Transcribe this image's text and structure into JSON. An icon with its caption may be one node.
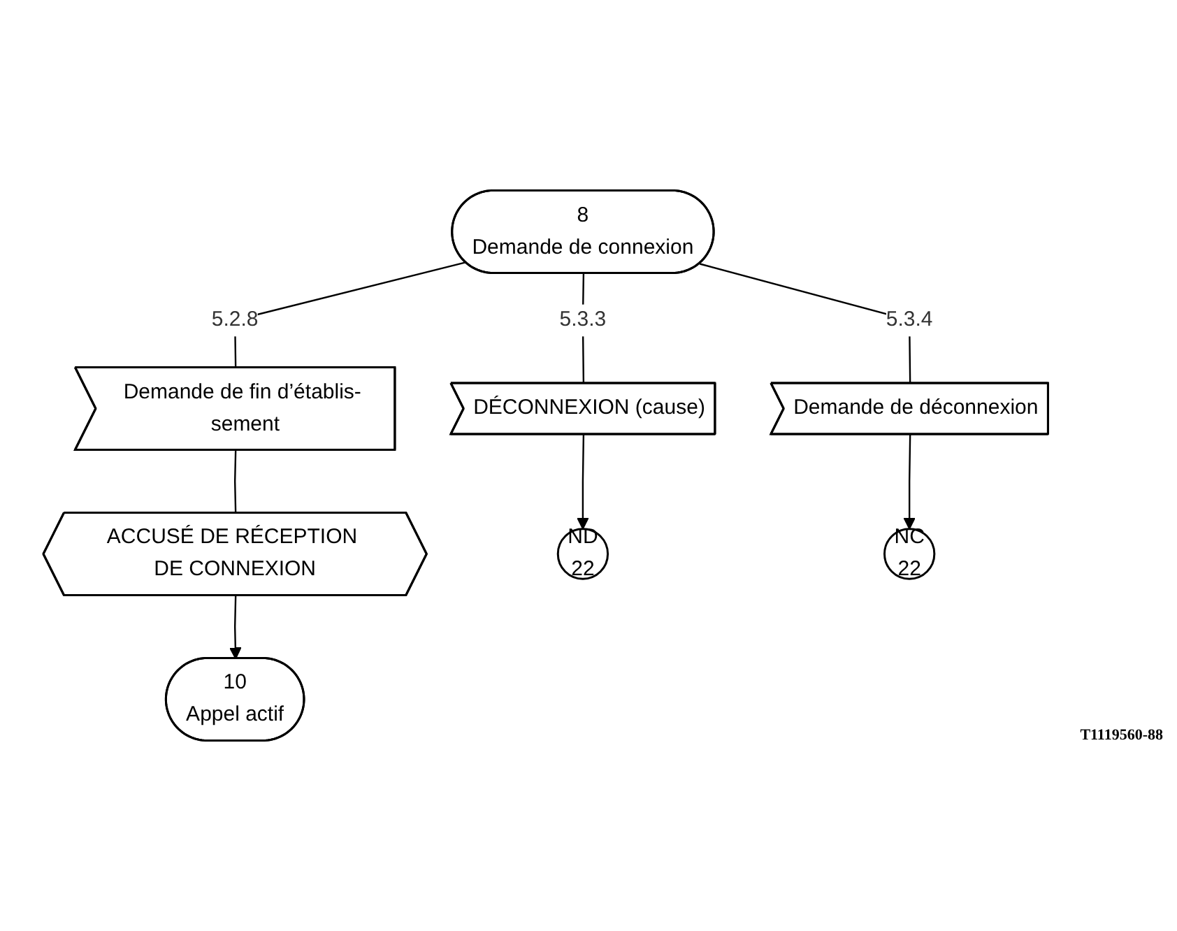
{
  "diagram": {
    "nodes": [
      {
        "text": [
          "8",
          "Demande de connexion"
        ]
      },
      {
        "text": [
          "DÉCONNEXION (cause)"
        ]
      },
      {
        "text": [
          "Demande de fin d’établis- sement"
        ]
      },
      {
        "text": [
          "Demande de déconnexion"
        ]
      },
      {
        "text": [
          "ACCUSÉ DE RÉCEPTION DE CONNEXION"
        ]
      },
      {
        "text": [
          "ND",
          "22"
        ]
      },
      {
        "text": [
          "NC",
          "22"
        ]
      },
      {
        "text": [
          "10",
          "Appel actif"
        ]
      }
    ],
    "edges": [
      {
        "from": 0,
        "to": 1,
        "arrow": "none",
        "label": "5.3.3"
      },
      {
        "from": 0,
        "to": 2,
        "arrow": "none",
        "label": "5.2.8"
      },
      {
        "from": 0,
        "to": 3,
        "arrow": "none",
        "label": "5.3.4"
      },
      {
        "from": 1,
        "to": 5,
        "arrow": "to"
      },
      {
        "from": 3,
        "to": 6,
        "arrow": "to"
      },
      {
        "from": 2,
        "to": 4,
        "arrow": "none"
      },
      {
        "from": 4,
        "to": 7,
        "arrow": "to"
      }
    ],
    "labels": [
      "T1119560-88"
    ]
  }
}
